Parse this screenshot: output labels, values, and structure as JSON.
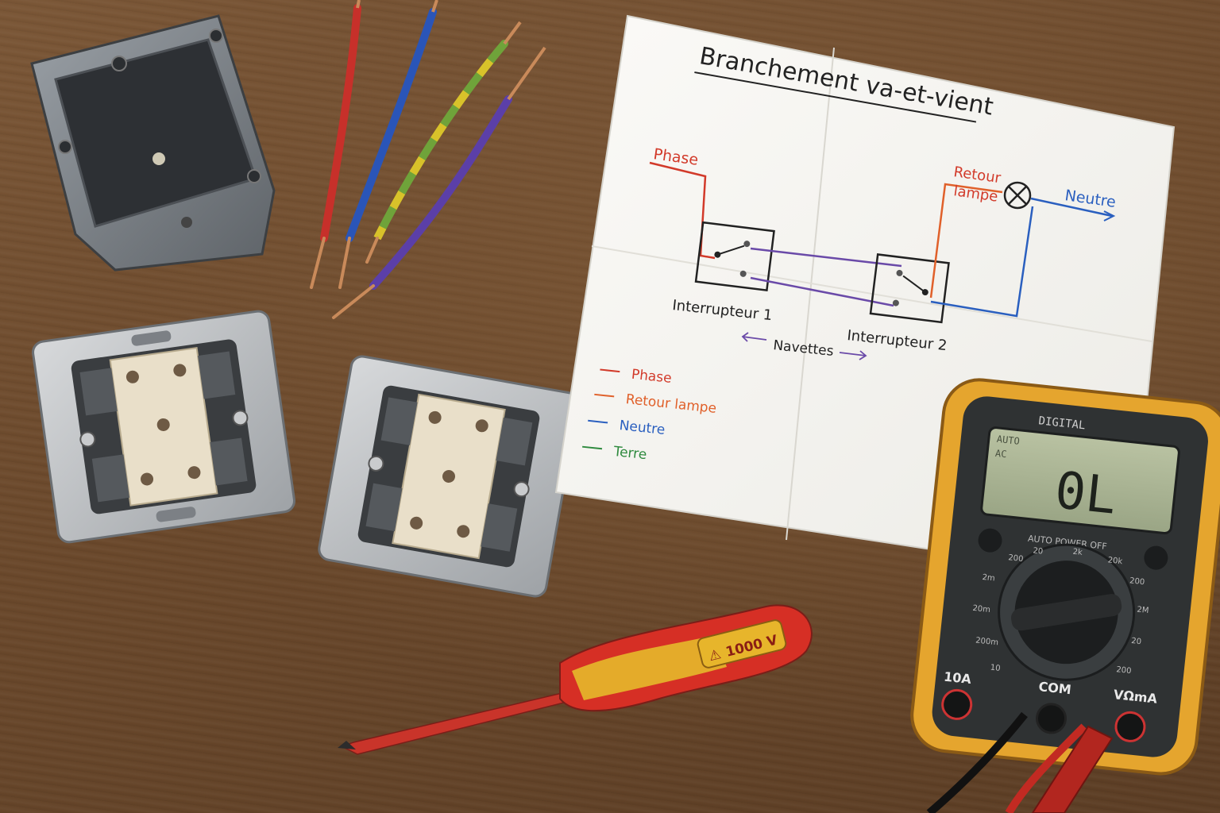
{
  "diagram": {
    "title": "Branchement va-et-vient",
    "labels": {
      "phase": "Phase",
      "retour_lampe_line1": "Retour",
      "retour_lampe_line2": "lampe",
      "neutre": "Neutre",
      "interrupteur_1": "Interrupteur 1",
      "interrupteur_2": "Interrupteur 2",
      "navettes": "Navettes"
    },
    "legend": [
      {
        "label": "Phase",
        "color": "#d23a2a"
      },
      {
        "label": "Retour lampe",
        "color": "#e0602a"
      },
      {
        "label": "Neutre",
        "color": "#2a5fbf"
      },
      {
        "label": "Terre",
        "color": "#2e8a3e"
      }
    ],
    "wire_colors": {
      "phase": "#d23a2a",
      "retour": "#e0602a",
      "neutre": "#2a5fbf",
      "navette": "#6a4aa8"
    }
  },
  "multimeter": {
    "brand": "DIGITAL",
    "display_reading": "0L",
    "display_mode_1": "AUTO",
    "display_mode_2": "AC",
    "auto_power_off": "AUTO POWER OFF",
    "port_10a": "10A",
    "port_com": "COM",
    "port_vma": "VΩmA"
  },
  "screwdriver": {
    "rating": "1000 V"
  },
  "wires": [
    {
      "name": "red-wire",
      "color": "#c7302a"
    },
    {
      "name": "blue-wire",
      "color": "#2a55b8"
    },
    {
      "name": "green-yellow-wire",
      "color": "#6fa33a"
    },
    {
      "name": "purple-wire",
      "color": "#5b3fa8"
    }
  ]
}
